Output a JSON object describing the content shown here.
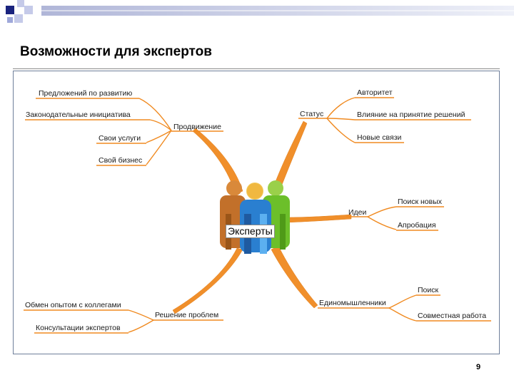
{
  "slide": {
    "title": "Возможности для экспертов",
    "page_number": "9"
  },
  "center": {
    "label": "Эксперты",
    "icon": "people-group-icon"
  },
  "colors": {
    "branch": "#f08a20",
    "frame": "#6f7f9a",
    "deco_dark": "#1a237e",
    "deco_light": "#c5cae9"
  },
  "branches": {
    "promotion": {
      "label": "Продвижение",
      "children": [
        "Предложений по развитию",
        "Законодательные инициатива",
        "Свои услуги",
        "Свой бизнес"
      ]
    },
    "status": {
      "label": "Статус",
      "children": [
        "Авторитет",
        "Влияние на принятие решений",
        "Новые связи"
      ]
    },
    "ideas": {
      "label": "Идеи",
      "children": [
        "Поиск новых",
        "Апробация"
      ]
    },
    "unified_space": {
      "label": "Единомышленники",
      "children": [
        "Поиск",
        "Совместная работа"
      ]
    },
    "problem_solving": {
      "label": "Решение проблем",
      "children": [
        "Обмен опытом с коллегами",
        "Консультации экспертов"
      ]
    }
  }
}
